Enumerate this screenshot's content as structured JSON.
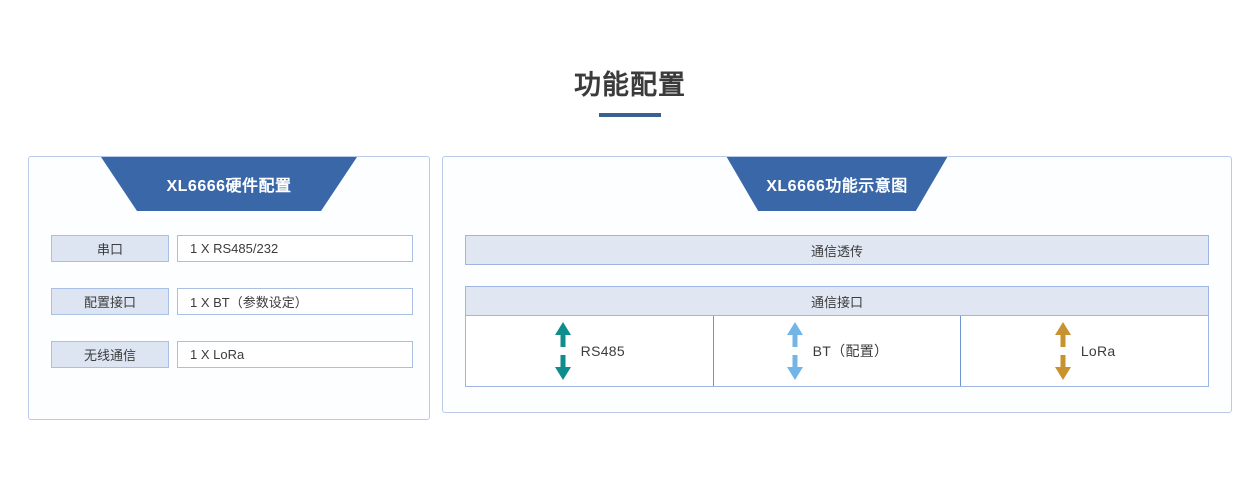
{
  "page": {
    "title": "功能配置",
    "accent_color": "#3a6192",
    "banner_color": "#3a67a8",
    "border_color": "#b9cbe8",
    "band_fill": "#e1e7f2",
    "label_fill": "#dde5f2"
  },
  "left_panel": {
    "banner_title": "XL6666硬件配置",
    "rows": [
      {
        "label": "串口",
        "value": "1 X RS485/232"
      },
      {
        "label": "配置接口",
        "value": "1 X BT（参数设定）"
      },
      {
        "label": "无线通信",
        "value": "1 X LoRa"
      }
    ]
  },
  "right_panel": {
    "banner_title": "XL6666功能示意图",
    "transparent_band": "通信透传",
    "interface_band": "通信接口",
    "interfaces": [
      {
        "label": "RS485",
        "icon": "double-arrow-icon",
        "color": "#0f8c8c"
      },
      {
        "label": "BT（配置）",
        "icon": "double-arrow-icon",
        "color": "#74b5e8"
      },
      {
        "label": "LoRa",
        "icon": "double-arrow-icon",
        "color": "#c8922e"
      }
    ]
  }
}
